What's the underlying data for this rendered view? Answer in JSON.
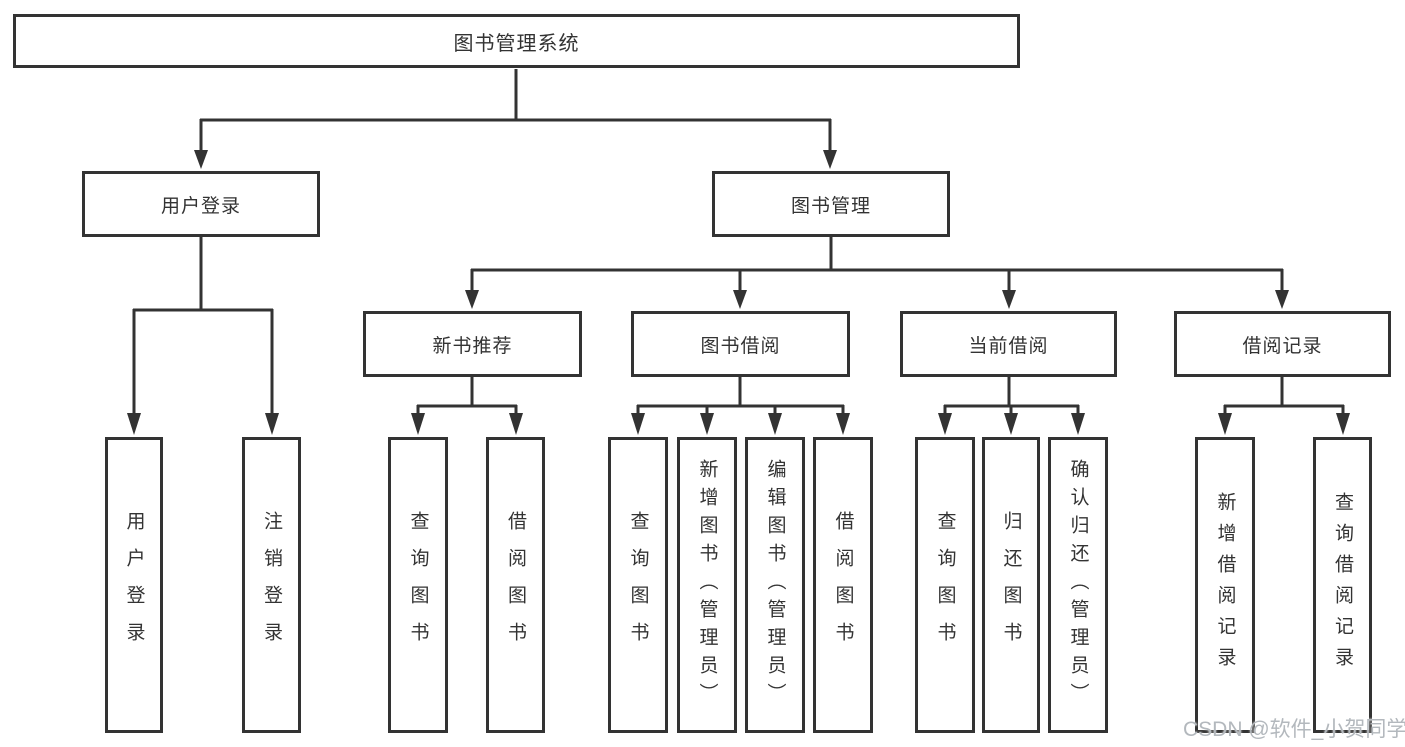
{
  "diagram": {
    "type": "hierarchy-tree",
    "title": "图书管理系统",
    "watermark": "CSDN @软件_小贺同学",
    "colors": {
      "line": "#333333",
      "box_border": "#333333",
      "box_fill": "#ffffff",
      "text": "#333333",
      "background": "#ffffff",
      "watermark": "#b3b8bd"
    },
    "nodes": {
      "root": "图书管理系统",
      "l2": [
        "用户登录",
        "图书管理"
      ],
      "l3": [
        "新书推荐",
        "图书借阅",
        "当前借阅",
        "借阅记录"
      ],
      "leaf": [
        "用户登录",
        "注销登录",
        "查询图书",
        "借阅图书",
        "查询图书",
        "新增图书（管理员）",
        "编辑图书（管理员）",
        "借阅图书",
        "查询图书",
        "归还图书",
        "确认归还（管理员）",
        "新增借阅记录",
        "查询借阅记录"
      ]
    },
    "hierarchy": {
      "图书管理系统": [
        "用户登录",
        "图书管理"
      ],
      "用户登录": [
        "用户登录",
        "注销登录"
      ],
      "图书管理": [
        "新书推荐",
        "图书借阅",
        "当前借阅",
        "借阅记录"
      ],
      "新书推荐": [
        "查询图书",
        "借阅图书"
      ],
      "图书借阅": [
        "查询图书",
        "新增图书（管理员）",
        "编辑图书（管理员）",
        "借阅图书"
      ],
      "当前借阅": [
        "查询图书",
        "归还图书",
        "确认归还（管理员）"
      ],
      "借阅记录": [
        "新增借阅记录",
        "查询借阅记录"
      ]
    }
  }
}
